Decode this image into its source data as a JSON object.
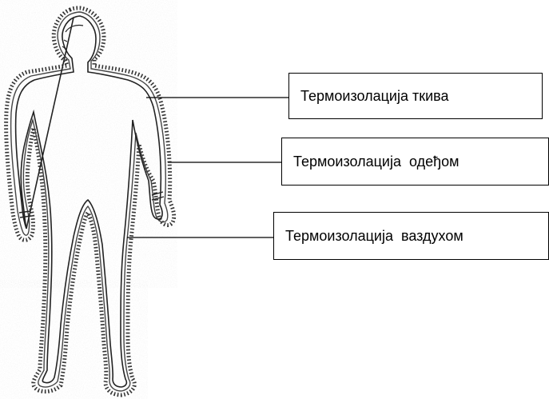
{
  "labels": {
    "tissue": "Термоизолација ткива",
    "clothing": "Термоизолација  одеђом",
    "air": "Термоизолација  ваздухом"
  },
  "colors": {
    "line": "#000000",
    "inner_outline": "#222222",
    "hatch": "#333333",
    "background_texture": "#d4d4d4"
  }
}
